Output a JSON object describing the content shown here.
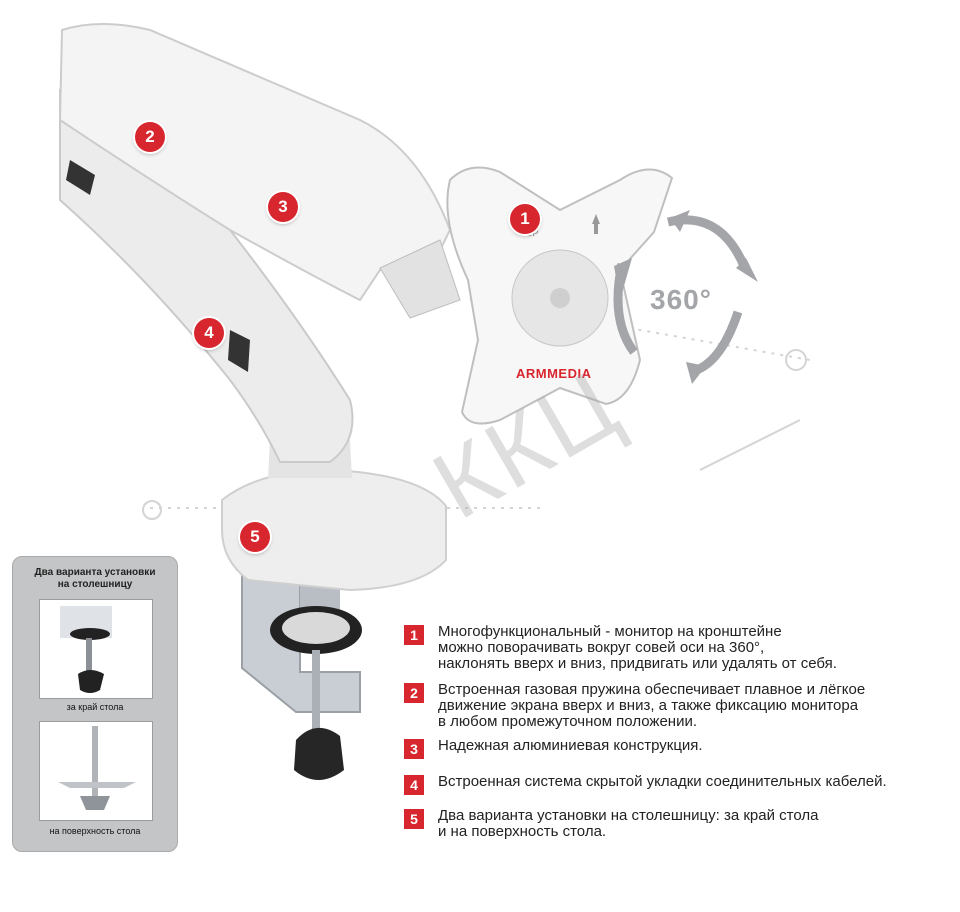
{
  "scene": {
    "rotation_label": "360°",
    "brand": "ARMMEDIA",
    "up_label": "UP",
    "watermark": "ККЦ",
    "markers": [
      "1",
      "2",
      "3",
      "4",
      "5"
    ]
  },
  "features": [
    {
      "number": "1",
      "text": "Многофункциональный - монитор на кронштейне\nможно поворачивать вокруг совей оси на 360°,\nнаклонять вверх и вниз, придвигать или удалять от себя."
    },
    {
      "number": "2",
      "text": "Встроенная газовая пружина обеспечивает плавное и лёгкое\nдвижение экрана вверх и вниз, а также фиксацию монитора\nв любом промежуточном положении."
    },
    {
      "number": "3",
      "text": "Надежная алюминиевая конструкция."
    },
    {
      "number": "4",
      "text": "Встроенная система скрытой укладки соединительных кабелей."
    },
    {
      "number": "5",
      "text": "Два варианта установки на столешницу: за край стола\nи на поверхность стола."
    }
  ],
  "mount_panel": {
    "title": "Два варианта установки\nна столешницу",
    "option1_caption": "за край стола",
    "option2_caption": "на поверхность стола"
  },
  "colors": {
    "accent": "#d8262e",
    "arm": "#f3f3f3",
    "panel": "#c4c5c7",
    "arrow": "#a3a5a8"
  }
}
